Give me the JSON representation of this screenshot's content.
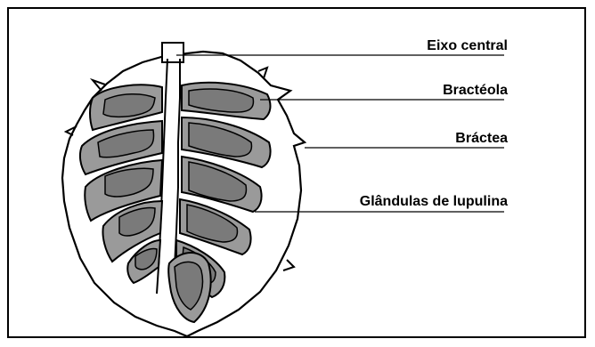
{
  "labels": {
    "eixo_central": "Eixo central",
    "bracteola": "Bractéola",
    "bractea": "Bráctea",
    "glandulas": "Glândulas de lupulina"
  },
  "colors": {
    "outline": "#000000",
    "gland_fill": "#8a8a8a",
    "gland_dark": "#777777",
    "bract_fill": "#ffffff"
  }
}
